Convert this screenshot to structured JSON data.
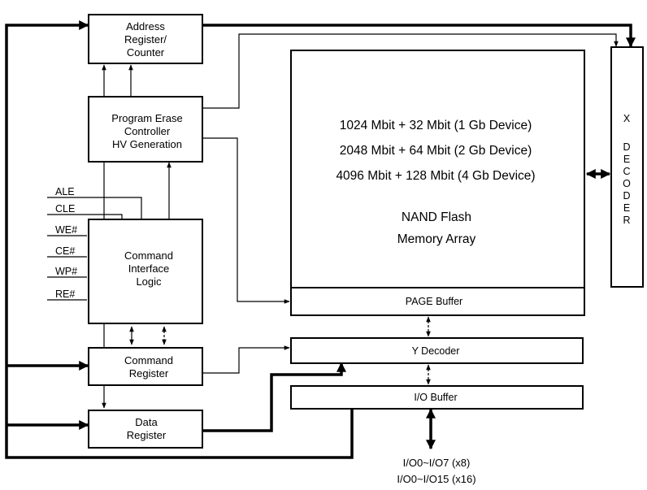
{
  "blocks": {
    "address_register": [
      "Address",
      "Register/",
      "Counter"
    ],
    "program_erase_controller": [
      "Program Erase",
      "Controller",
      "HV Generation"
    ],
    "command_interface_logic": [
      "Command",
      "Interface",
      "Logic"
    ],
    "command_register": [
      "Command",
      "Register"
    ],
    "data_register": [
      "Data",
      "Register"
    ],
    "memory_array": {
      "capacities": [
        "1024 Mbit + 32 Mbit (1 Gb Device)",
        "2048 Mbit + 64 Mbit (2 Gb Device)",
        "4096 Mbit + 128 Mbit (4 Gb Device)"
      ],
      "title": [
        "NAND Flash",
        "Memory Array"
      ]
    },
    "x_decoder": [
      "X",
      "D",
      "E",
      "C",
      "O",
      "D",
      "E",
      "R"
    ],
    "page_buffer": "PAGE Buffer",
    "y_decoder": "Y Decoder",
    "io_buffer": "I/O Buffer"
  },
  "signals": [
    "ALE",
    "CLE",
    "WE#",
    "CE#",
    "WP#",
    "RE#"
  ],
  "io_labels": [
    "I/O0~I/O7 (x8)",
    "I/O0~I/O15 (x16)"
  ]
}
